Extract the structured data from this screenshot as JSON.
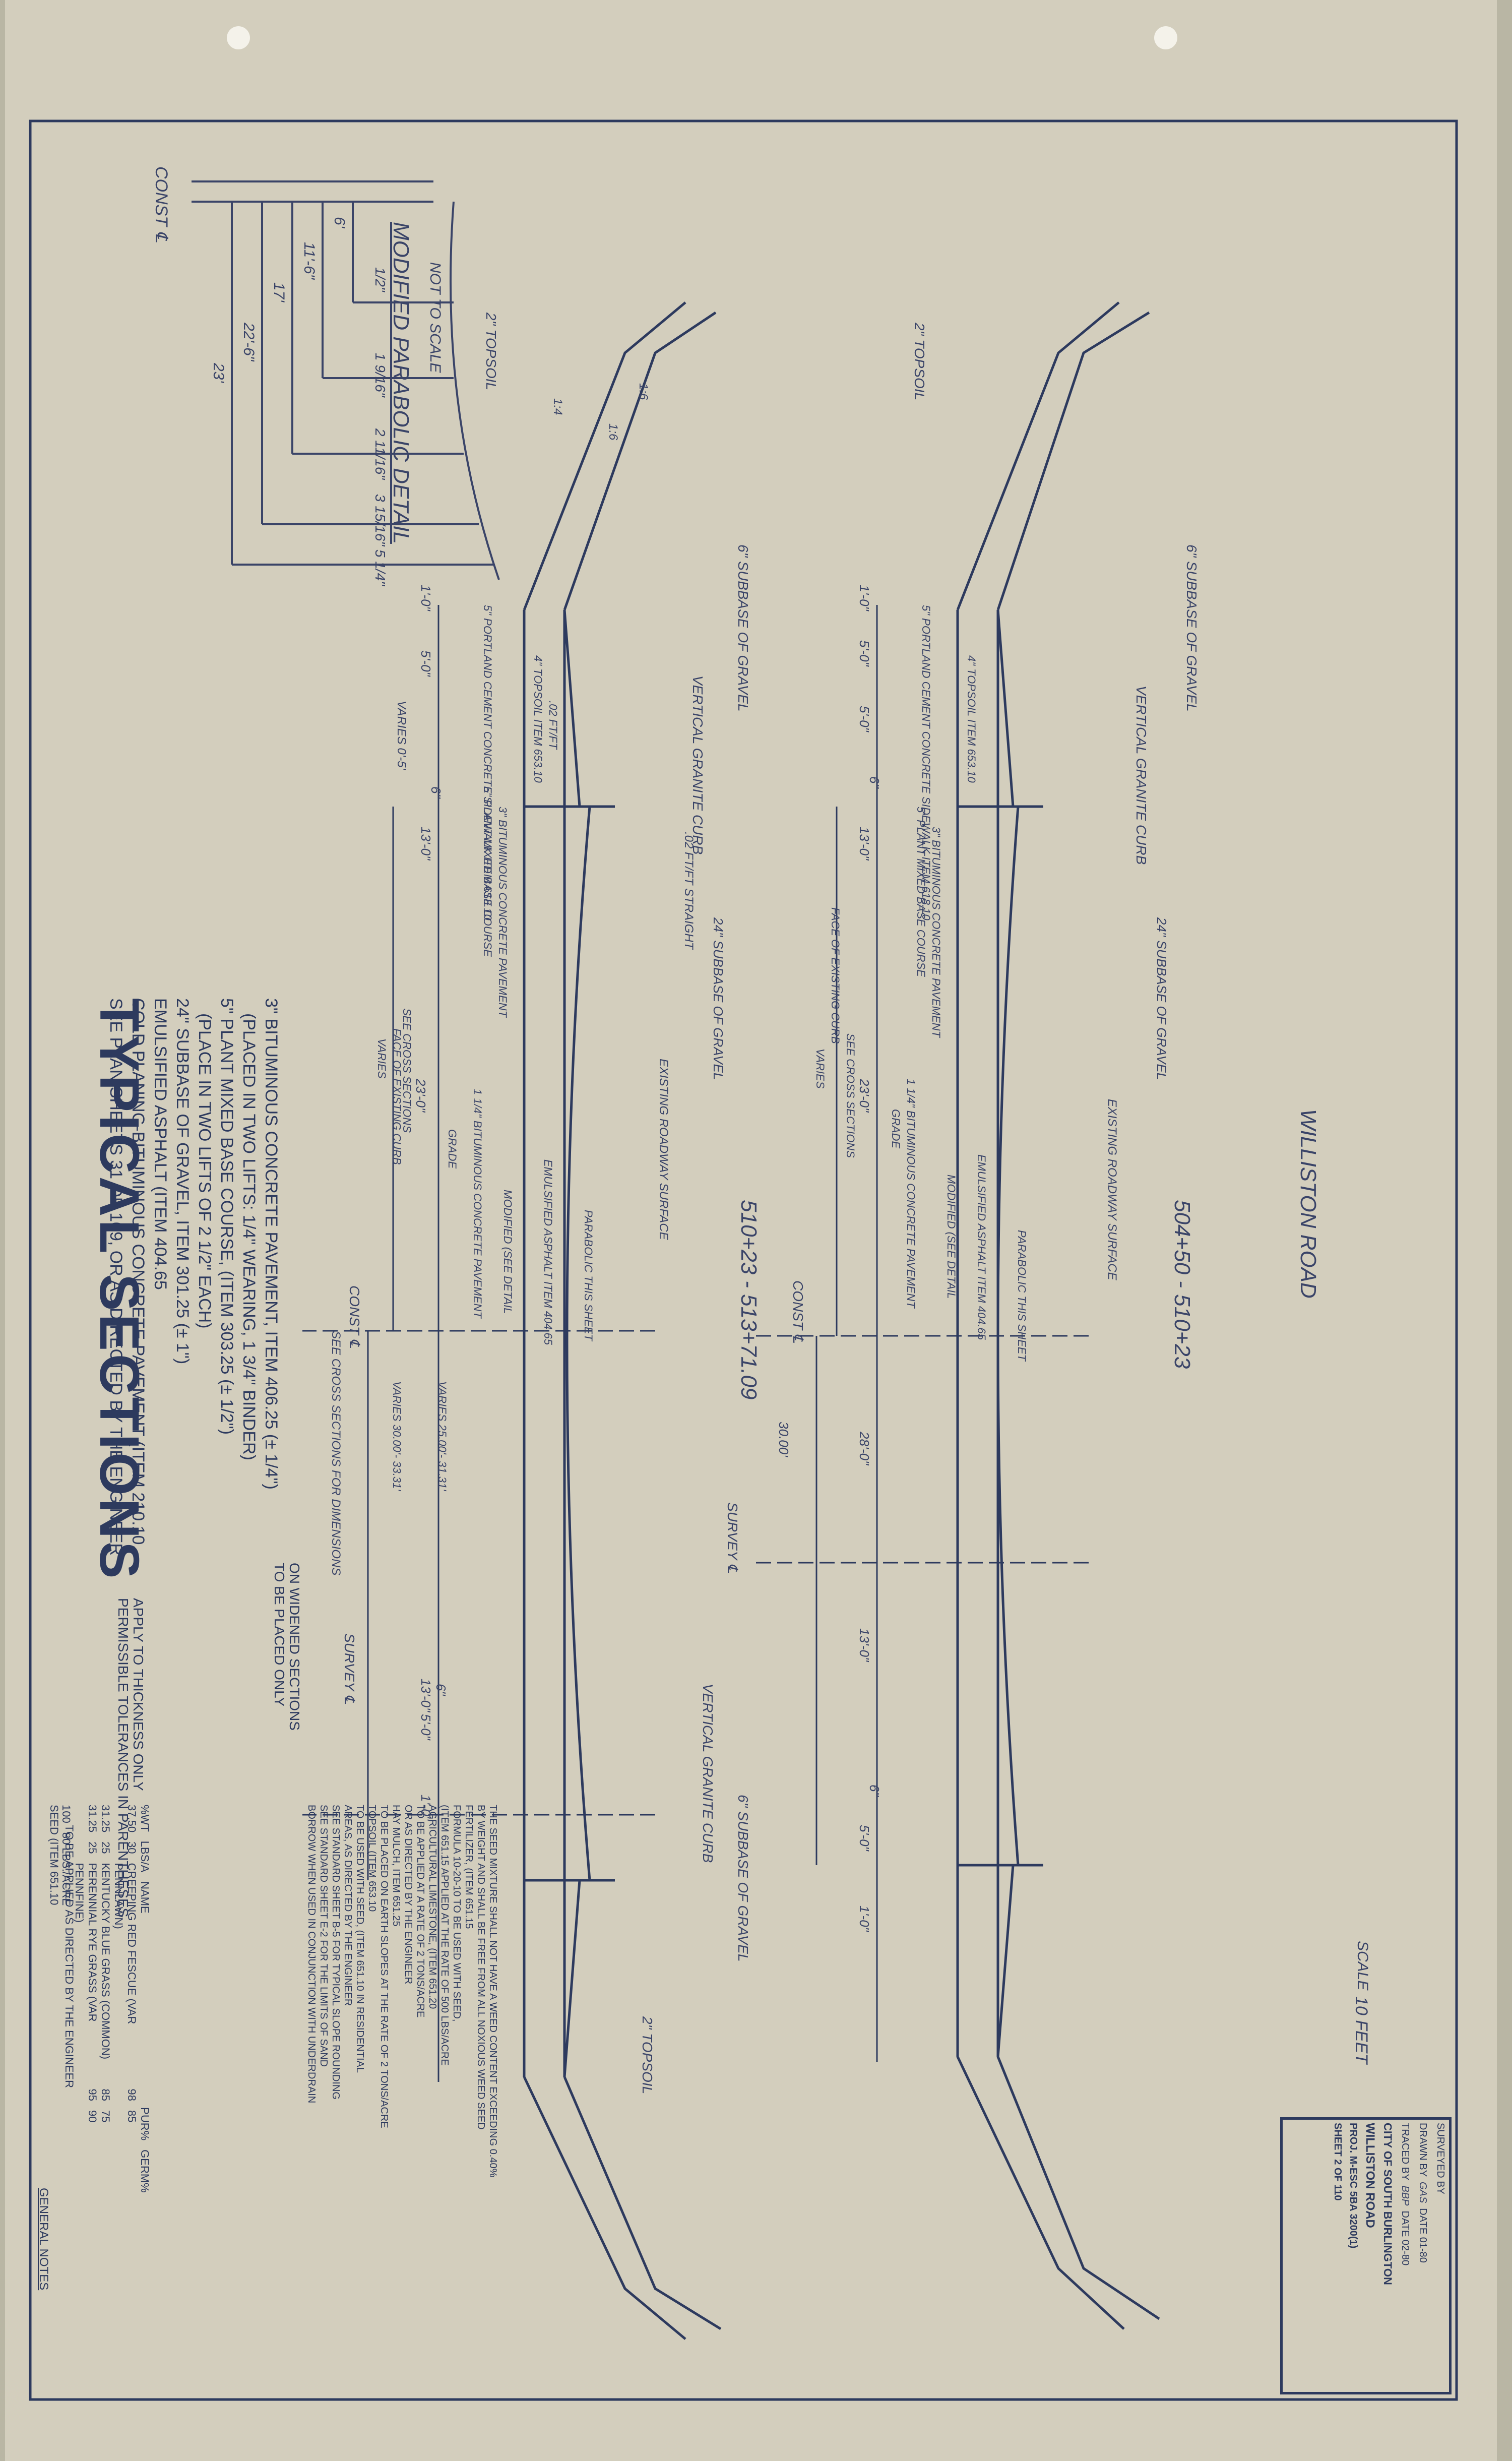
{
  "colors": {
    "paper": "#d3cebd",
    "ink": "#2d3a5e",
    "pencil": "#3a4468"
  },
  "header": {
    "title": "TYPICAL    SECTIONS",
    "lines": [
      "3\" BITUMINOUS CONCRETE PAVEMENT, ITEM 406.25 (± 1/4\")",
      "(PLACED IN TWO LIFTS: 1/4\" WEARING, 1 3/4\" BINDER)",
      "5\" PLANT MIXED BASE COURSE, (ITEM 303.25 (± 1/2\")",
      "(PLACE IN TWO LIFTS OF 2 1/2\" EACH)",
      "24\" SUBBASE OF GRAVEL, ITEM 301.25 (± 1\")",
      "EMULSIFIED ASPHALT (ITEM 404.65",
      "COLD PLANING-BITUMINOUS CONCRETE PAVEMENT (ITEM 210.10,",
      "SEE PLAN SHEETS 31 OF 109, OR AS DIRECTED BY THE ENGINEER"
    ],
    "widened_note": [
      "TO BE PLACED ONLY",
      "ON WIDENED SECTIONS"
    ],
    "tolerance_note": [
      "PERMISSIBLE TOLERANCES IN PARENTHESES",
      "APPLY TO THICKNESS ONLY"
    ]
  },
  "general_notes": {
    "title": "GENERAL NOTES",
    "seed_title": "SEED (ITEM 651.10",
    "seed_sub": "TO BE APPLIED AS DIRECTED BY THE ENGINEER",
    "seed_header": [
      "%WT",
      "LBS/A",
      "NAME",
      "PUR%",
      "GERM%"
    ],
    "seed_rows": [
      [
        "37.50",
        "30",
        "CREEPING RED FESCUE (VAR PENNLAWN)",
        "98",
        "85"
      ],
      [
        "31.25",
        "25",
        "KENTUCKY BLUE GRASS (COMMON)",
        "85",
        "75"
      ],
      [
        "31.25",
        "25",
        "PERENNIAL RYE GRASS (VAR PENNFINE)",
        "95",
        "90"
      ],
      [
        "100",
        "80 LBS./ACRE",
        "",
        "",
        ""
      ]
    ],
    "paragraphs": [
      "THE SEED MIXTURE SHALL NOT HAVE A WEED CONTENT EXCEEDING 0.40%",
      "BY WEIGHT AND SHALL BE FREE FROM ALL NOXIOUS WEED SEED",
      "FERTILIZER, (ITEM 651.15",
      "FORMULA 10-20-10 TO BE USED WITH SEED,",
      "(ITEM 651.15 APPLIED AT THE RATE OF 500 LBS/ACRE",
      "AGRICULTURAL LIMESTONE, (ITEM 651.20",
      "TO BE APPLIED AT A RATE OF 2 TONS/ACRE",
      "OR AS DIRECTED BY THE ENGINEER",
      "HAY MULCH, ITEM 651.25",
      "TO BE PLACED ON EARTH SLOPES AT THE RATE OF 2 TONS/ACRE",
      "TOPSOIL (ITEM 653.10",
      "TO BE USED WITH SEED, (ITEM 651.10 IN RESIDENTIAL",
      "AREAS, AS DIRECTED BY THE ENGINEER",
      "SEE STANDARD SHEET B-5 FOR TYPICAL SLOPE ROUNDING",
      "SEE STANDARD SHEET E-2 FOR THE LIMITS OF SAND",
      "BORROW WHEN USED IN CONJUNCTION WITH UNDERDRAIN"
    ]
  },
  "parabolic_detail": {
    "title": "MODIFIED PARABOLIC DETAIL",
    "subtitle": "NOT TO SCALE",
    "const_label": "CONST ℄",
    "widths": [
      "23'",
      "22'-6\"",
      "17'",
      "11'-6\"",
      "6'"
    ],
    "offsets": [
      "1/2\"",
      "1 9/16\"",
      "2 11/16\"",
      "3 15/16\"",
      "5 1/4\""
    ]
  },
  "section_upper": {
    "title": "510+23 - 513+71.09",
    "labels": {
      "topsoil_l": "2\" TOPSOIL",
      "slope_l1": "1:6",
      "slope_l2": "1:6",
      "slope_l3": "1:4",
      "subbase_gravel_l": "6\" SUBBASE OF GRAVEL",
      "curb_l": "VERTICAL GRANITE CURB",
      "sidewalk_l": "5\" PORTLAND CEMENT CONCRETE SIDEWALK ITEM 618.10",
      "topsoil_item_l": "4\" TOPSOIL ITEM 653.10",
      "slope_l4": ".02 FT/FT",
      "dim_10": "1'-0\"",
      "dim_50": "5'-0\"",
      "varies_l": "VARIES 0'-5'",
      "dim_6": "6\"",
      "dim_130_l": "13'-0\"",
      "base_l": "5\" PLANT MIXED BASE COURSE",
      "bit_l": "3\" BITUMINOUS CONCRETE PAVEMENT",
      "slope_straight_l": ".02 FT/FT STRAIGHT",
      "subbase24_l": "24\" SUBBASE OF GRAVEL",
      "face_curb": "FACE OF EXISTING CURB",
      "see_cross": "SEE CROSS SECTIONS",
      "varies": "VARIES",
      "grade": "GRADE",
      "bit_overlay": "1 1/4\" BITUMINOUS CONCRETE PAVEMENT",
      "existing": "EXISTING ROADWAY SURFACE",
      "modified": "MODIFIED (SEE DETAIL",
      "parabolic": "PARABOLIC THIS SHEET",
      "emulsified": "EMULSIFIED ASPHALT ITEM 404.65",
      "dim_23": "23'-0\"",
      "const": "CONST ℄",
      "cross_dims": "SEE CROSS SECTIONS FOR DIMENSIONS",
      "varies_2": "VARIES 25.00'- 31.31'",
      "varies_3": "VARIES 30.00'- 33.31'",
      "survey": "SURVEY ℄",
      "dim_130_r": "13'-0\"",
      "dim_6_r": "6\"",
      "dim_50_r": "5'-0\"",
      "dim_10_r": "1'-0\"",
      "curb_r": "VERTICAL GRANITE CURB",
      "subbase_gravel_r": "6\" SUBBASE OF GRAVEL",
      "topsoil_r": "2\" TOPSOIL"
    }
  },
  "section_lower": {
    "title": "504+50 - 510+23",
    "road": "WILLISTON ROAD",
    "labels": {
      "topsoil_l": "2\" TOPSOIL",
      "subbase_gravel_l": "6\" SUBBASE OF GRAVEL",
      "curb_l": "VERTICAL GRANITE CURB",
      "sidewalk_l": "5\" PORTLAND CEMENT CONCRETE SIDEWALK ITEM 618.10",
      "topsoil_item_l": "4\" TOPSOIL ITEM 653.10",
      "dim_10": "1'-0\"",
      "dim_50a": "5'-0\"",
      "dim_50b": "5'-0\"",
      "dim_6": "6\"",
      "dim_130": "13'-0\"",
      "base": "5\" PLANT MIXED BASE COURSE",
      "bit": "3\" BITUMINOUS CONCRETE PAVEMENT",
      "subbase24": "24\" SUBBASE OF GRAVEL",
      "face_curb": "FACE OF EXISTING CURB",
      "see_cross": "SEE CROSS SECTIONS",
      "varies": "VARIES",
      "grade": "GRADE",
      "bit_overlay": "1 1/4\" BITUMINOUS CONCRETE PAVEMENT",
      "existing": "EXISTING ROADWAY SURFACE",
      "modified": "MODIFIED (SEE DETAIL",
      "parabolic": "PARABOLIC THIS SHEET",
      "emulsified": "EMULSIFIED ASPHALT ITEM 404.65",
      "dim_23": "23'-0\"",
      "dim_28": "28'-0\"",
      "dim_30": "30.00'",
      "const": "CONST ℄",
      "survey": "SURVEY ℄",
      "dim_130_r": "13'-0\"",
      "dim_6_r": "6\"",
      "dim_50_r": "5'-0\"",
      "dim_10_r": "1'-0\""
    }
  },
  "scale": {
    "label": "SCALE",
    "value": "10 FEET"
  },
  "title_block": {
    "surveyed": "SURVEYED BY",
    "surveyed_val": "",
    "drawn": "DRAWN BY",
    "drawn_val": "GAS",
    "date1": "DATE 01-80",
    "traced": "TRACED BY",
    "traced_val": "BBP",
    "date2": "DATE 02-80",
    "city": "CITY OF SOUTH BURLINGTON",
    "road": "WILLISTON ROAD",
    "proj": "PROJ. M-ESC 5BA 3200(1)",
    "sheet": "SHEET 2 OF 110"
  }
}
